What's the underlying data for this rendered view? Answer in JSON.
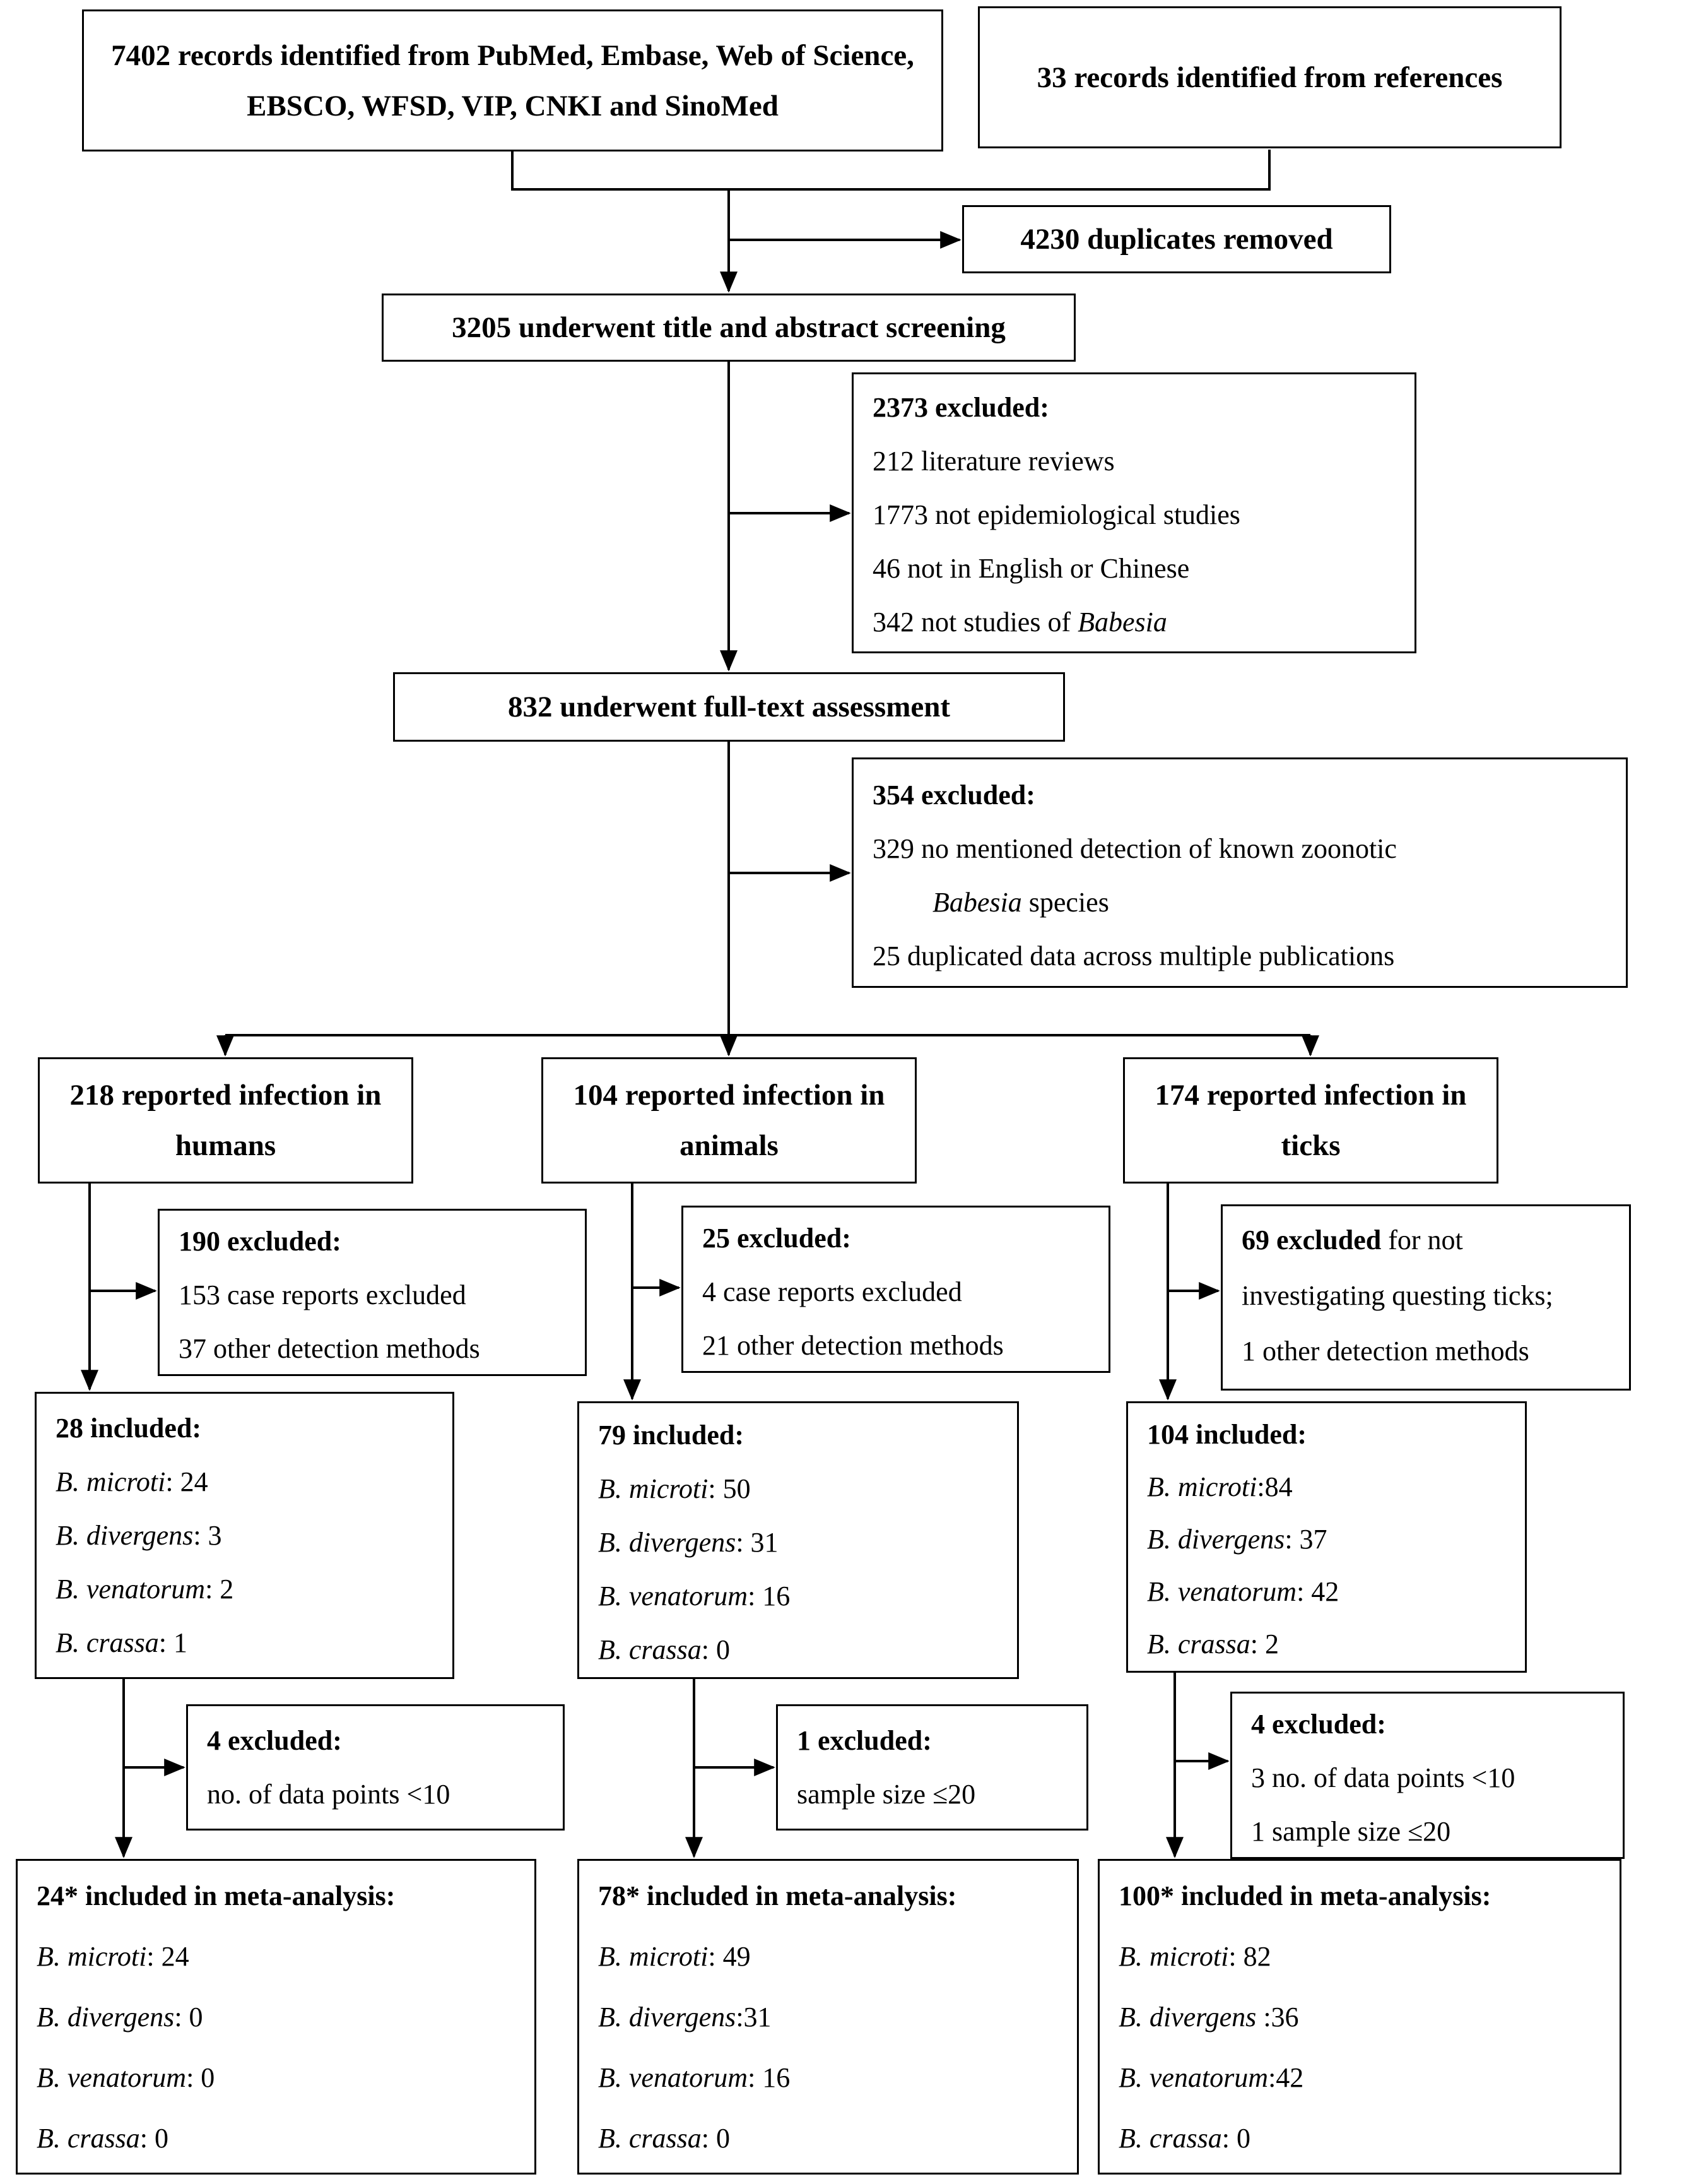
{
  "diagram": {
    "sources": {
      "databases": "7402 records identified from PubMed, Embase, Web of Science, EBSCO, WFSD, VIP, CNKI and SinoMed",
      "references": "33 records identified from references"
    },
    "duplicates": "4230 duplicates removed",
    "screening": "3205 underwent title and abstract screening",
    "screening_excluded": {
      "title": "2373 excluded:",
      "item1": "212 literature reviews",
      "item2": "1773 not epidemiological studies",
      "item3": "46 not in English or Chinese",
      "item4_pre": "342 not studies of ",
      "item4_italic": "Babesia"
    },
    "fulltext": "832 underwent full-text assessment",
    "fulltext_excluded": {
      "title": "354 excluded:",
      "item1_line1": "329 no mentioned detection of known zoonotic",
      "item1_italic": "Babesia",
      "item1_post": " species",
      "item2": "25 duplicated data across multiple publications"
    },
    "humans": {
      "reported": "218 reported infection in humans",
      "excluded1_bold": "190 excluded:",
      "excluded1_rest": "",
      "excluded1_line1": "153 case reports excluded",
      "excluded1_line2": "37 other detection methods",
      "included_title": "28 included:",
      "included_species": [
        {
          "name": "B. microti",
          "value": ": 24"
        },
        {
          "name": "B. divergens",
          "value": ": 3"
        },
        {
          "name": "B. venatorum",
          "value": ": 2"
        },
        {
          "name": "B. crassa",
          "value": ": 1"
        }
      ],
      "excluded2_title": "4 excluded:",
      "excluded2_line1": "no. of data points <10",
      "meta_title": "24* included in meta-analysis:",
      "meta_species": [
        {
          "name": "B. microti",
          "value": ": 24"
        },
        {
          "name": "B. divergens",
          "value": ": 0"
        },
        {
          "name": "B. venatorum",
          "value": ": 0"
        },
        {
          "name": "B. crassa",
          "value": ": 0"
        }
      ]
    },
    "animals": {
      "reported": "104 reported infection in animals",
      "excluded1_bold": "25 excluded:",
      "excluded1_rest": "",
      "excluded1_line1": "4 case reports excluded",
      "excluded1_line2": "21 other detection methods",
      "included_title": "79 included:",
      "included_species": [
        {
          "name": "B. microti",
          "value": ": 50"
        },
        {
          "name": "B. divergens",
          "value": ": 31"
        },
        {
          "name": "B. venatorum",
          "value": ": 16"
        },
        {
          "name": "B. crassa",
          "value": ": 0"
        }
      ],
      "excluded2_title": "1 excluded:",
      "excluded2_line1": "sample size ≤20",
      "meta_title": "78* included in meta-analysis:",
      "meta_species": [
        {
          "name": "B. microti",
          "value": ": 49"
        },
        {
          "name": "B. divergens",
          "value": ":31"
        },
        {
          "name": "B. venatorum",
          "value": ": 16"
        },
        {
          "name": "B. crassa",
          "value": ": 0"
        }
      ]
    },
    "ticks": {
      "reported": "174 reported infection in ticks",
      "excluded1_bold": "69 excluded",
      "excluded1_rest": " for not investigating questing ticks;",
      "excluded1_line2": "1 other detection methods",
      "included_title": "104 included:",
      "included_species": [
        {
          "name": "B. microti",
          "value": ":84"
        },
        {
          "name": "B. divergens",
          "value": ": 37"
        },
        {
          "name": "B. venatorum",
          "value": ": 42"
        },
        {
          "name": "B. crassa",
          "value": ": 2"
        }
      ],
      "excluded2_title": "4 excluded:",
      "excluded2_line1": "3 no. of data points <10",
      "excluded2_line2": "1 sample size ≤20",
      "meta_title": "100* included in meta-analysis:",
      "meta_species": [
        {
          "name": "B. microti",
          "value": ": 82"
        },
        {
          "name": "B. divergens",
          "value": " :36"
        },
        {
          "name": "B. venatorum",
          "value": ":42"
        },
        {
          "name": "B. crassa",
          "value": ": 0"
        }
      ]
    }
  }
}
